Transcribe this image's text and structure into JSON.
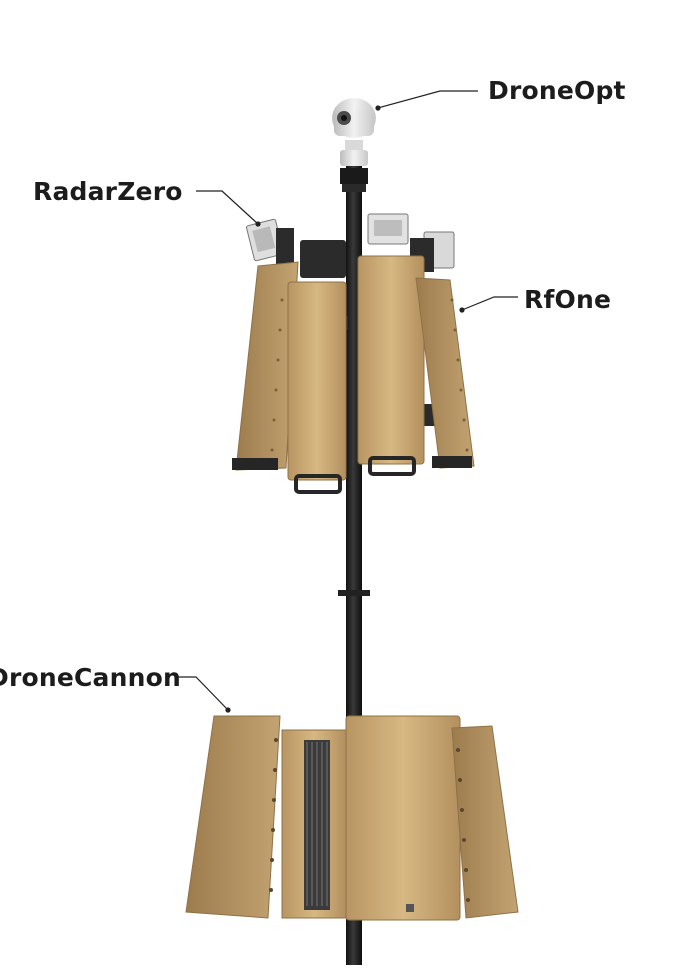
{
  "labels": {
    "drone_opt": "DroneOpt",
    "radar_zero": "RadarZero",
    "rf_one": "RfOne",
    "drone_cannon": "DroneCannon"
  },
  "colors": {
    "panel_tan": "#c9a877",
    "panel_tan_light": "#dcc08f",
    "panel_tan_dark": "#a88857",
    "mast_black": "#1e1e1e",
    "bracket_black": "#2a2a2a",
    "camera_white": "#e6e6e6",
    "leader_line": "#222222"
  }
}
